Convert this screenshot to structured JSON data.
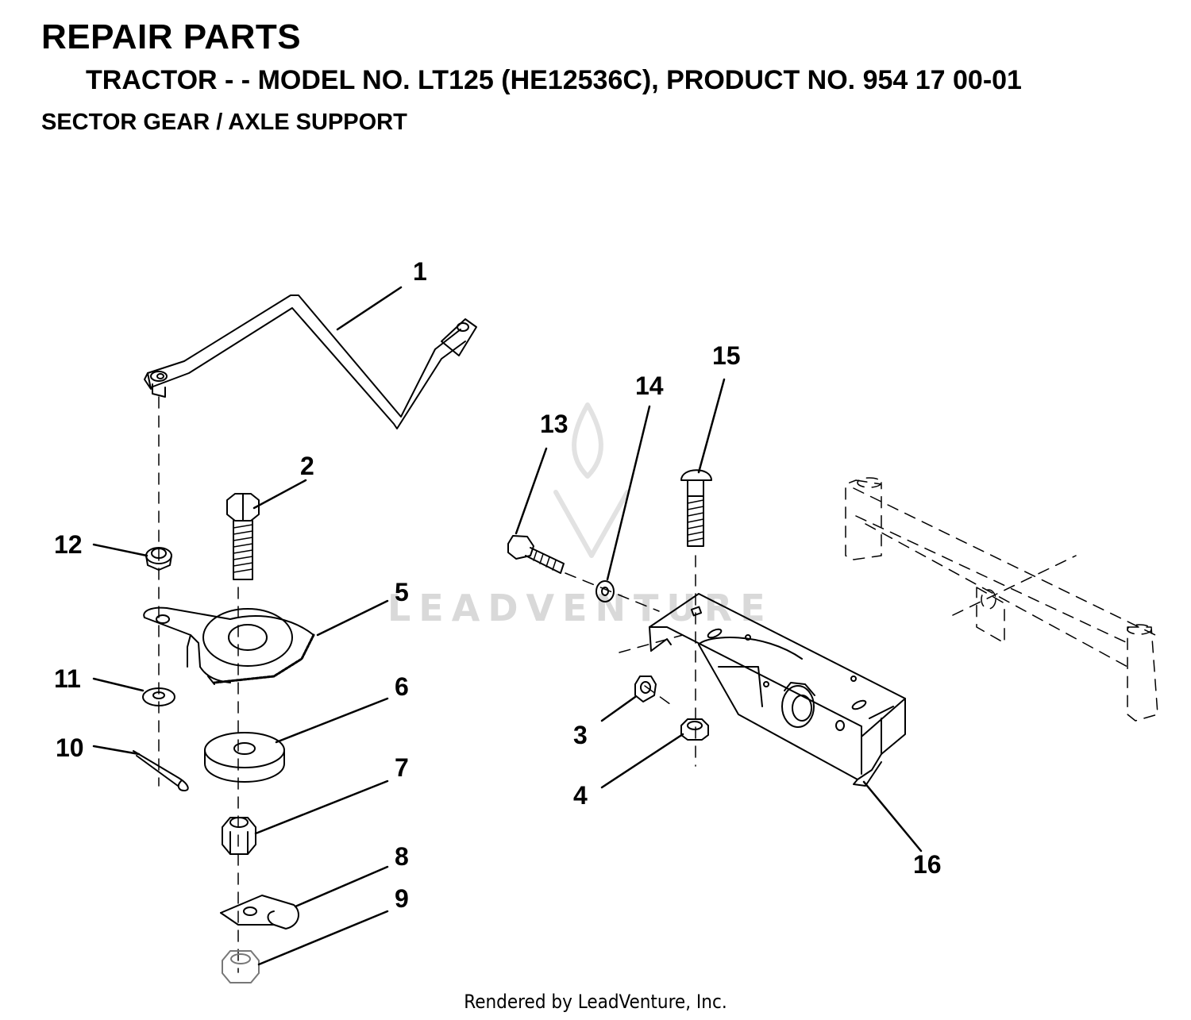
{
  "header": {
    "title": "REPAIR PARTS",
    "subtitle": "TRACTOR - - MODEL NO. LT125 (HE12536C),  PRODUCT NO. 954 17 00-01",
    "section": "SECTOR GEAR / AXLE SUPPORT"
  },
  "callouts": [
    "1",
    "2",
    "3",
    "4",
    "5",
    "6",
    "7",
    "8",
    "9",
    "10",
    "11",
    "12",
    "13",
    "14",
    "15",
    "16"
  ],
  "watermark": "LEADVENTURE",
  "footer": "Rendered by LeadVenture, Inc.",
  "colors": {
    "ink": "#000000",
    "watermark": "#d9d9d9"
  }
}
